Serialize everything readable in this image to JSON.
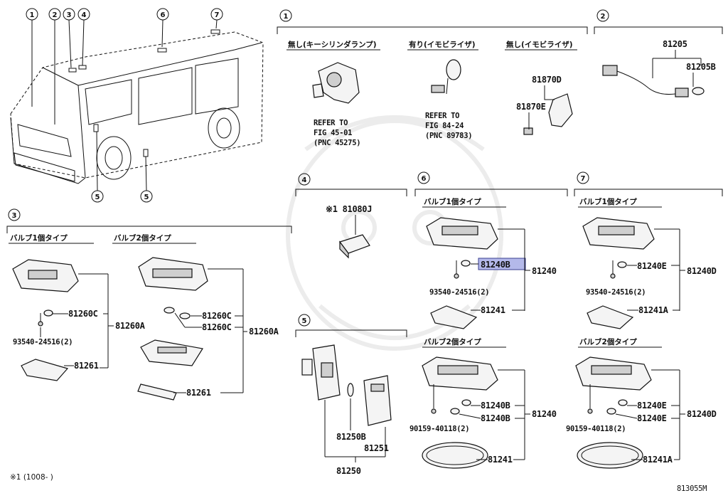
{
  "diagram_code": "813055M",
  "footnote": "※1 (1008-     )",
  "vehicle": {
    "callouts": [
      "1",
      "2",
      "3",
      "4",
      "6",
      "7",
      "5",
      "5"
    ]
  },
  "section1": {
    "num": "1",
    "variants": [
      {
        "label": "無し(キーシリンダランプ)",
        "refer_line1": "REFER TO",
        "refer_line2": "FIG 45-01",
        "refer_line3": "(PNC 45275)"
      },
      {
        "label": "有り(イモビライザ)",
        "refer_line1": "REFER TO",
        "refer_line2": "FIG 84-24",
        "refer_line3": "(PNC 89783)"
      },
      {
        "label": "無し(イモビライザ)",
        "part_a": "81870D",
        "part_b": "81870E"
      }
    ]
  },
  "section2": {
    "num": "2",
    "part_a": "81205",
    "part_b": "81205B"
  },
  "section3": {
    "num": "3",
    "single": {
      "label": "バルブ1個タイプ",
      "bulb": "81260C",
      "assy": "81260A",
      "screw": "93540-24516(2)",
      "lens": "81261"
    },
    "double": {
      "label": "バルブ2個タイプ",
      "bulb1": "81260C",
      "bulb2": "81260C",
      "assy": "81260A",
      "lens": "81261"
    }
  },
  "section4": {
    "num": "4",
    "part": "※1 81080J"
  },
  "section5": {
    "num": "5",
    "bulb": "81250B",
    "lens": "81251",
    "assy": "81250"
  },
  "section6": {
    "num": "6",
    "single": {
      "label": "バルブ1個タイプ",
      "bulb": "81240B",
      "assy": "81240",
      "screw": "93540-24516(2)",
      "lens": "81241"
    },
    "double": {
      "label": "バルブ2個タイプ",
      "bulb1": "81240B",
      "bulb2": "81240B",
      "assy": "81240",
      "screw": "90159-40118(2)",
      "lens": "81241"
    }
  },
  "section7": {
    "num": "7",
    "single": {
      "label": "バルブ1個タイプ",
      "bulb": "81240E",
      "assy": "81240D",
      "screw": "93540-24516(2)",
      "lens": "81241A"
    },
    "double": {
      "label": "バルブ2個タイプ",
      "bulb1": "81240E",
      "bulb2": "81240E",
      "assy": "81240D",
      "screw": "90159-40118(2)",
      "lens": "81241A"
    }
  },
  "colors": {
    "highlight": "#b4b9ea",
    "line": "#111111",
    "watermark": "#ececec"
  }
}
